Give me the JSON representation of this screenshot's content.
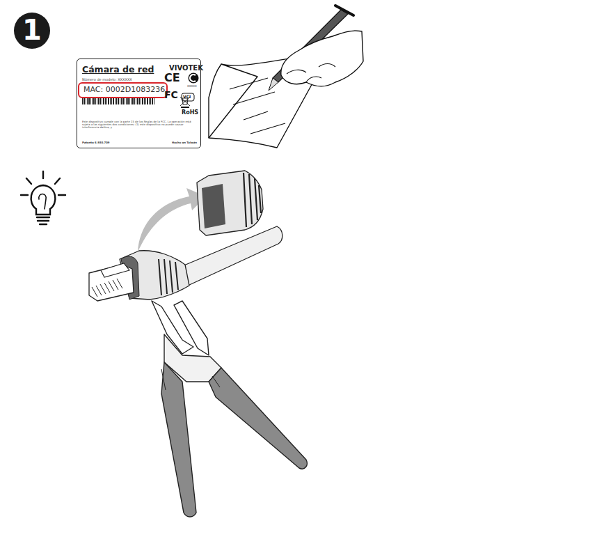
{
  "diagram": {
    "nodes": [
      {
        "text": [
          "1"
        ]
      },
      {
        "text": [
          "Cámara de red",
          "VIVOTEK",
          "Número de modelo: XXXXXX",
          "Este dispositivo cumple con la parte 15 de las Reglas de la FCC. La operación está sujeta a las siguientes dos condiciones: (1) este dispositivo no puede causar interferencia dañina, y",
          "Patente 6.930.709",
          "Hecho en Taiwán"
        ]
      },
      {
        "text": [
          "MAC: 0002D1083236"
        ],
        "in": 1
      }
    ],
    "labels": [
      "CE",
      "FC",
      "XXXXX",
      "VCI",
      "RoHS"
    ]
  }
}
